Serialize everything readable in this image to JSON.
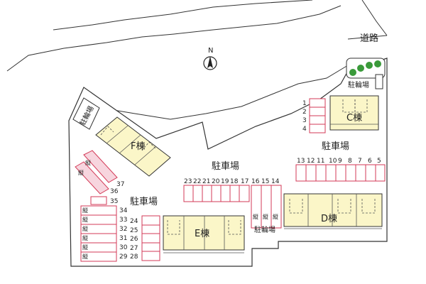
{
  "labels": {
    "road": "道路",
    "compass": "N",
    "bike_top": "駐輪場",
    "bike_left": "駐輪場",
    "bike_bottom": "駐輪場",
    "parking_center": "駐車場",
    "parking_left": "駐車場",
    "parking_right": "駐車場",
    "building_c": "C棟",
    "building_d": "D棟",
    "building_e": "E棟",
    "building_f": "F棟",
    "vertical_mark": "縦"
  },
  "parking": {
    "c_left": [
      "1",
      "2",
      "3",
      "4"
    ],
    "right_row": [
      "13",
      "12",
      "11",
      "10",
      "9",
      "8",
      "7",
      "6",
      "5"
    ],
    "center_row": [
      "23",
      "22",
      "21",
      "20",
      "19",
      "18",
      "17"
    ],
    "center_right": [
      "16",
      "15",
      "14"
    ],
    "left_col": [
      "34",
      "33",
      "32",
      "31",
      "30",
      "29"
    ],
    "mid_col": [
      "24",
      "25",
      "26",
      "27",
      "28"
    ],
    "single_35": "35",
    "single_36": "36",
    "single_37": "37"
  },
  "colors": {
    "parking_outline": "#d33a57",
    "building_fill": "#fbf6c8",
    "tree": "#3a9a3a"
  }
}
